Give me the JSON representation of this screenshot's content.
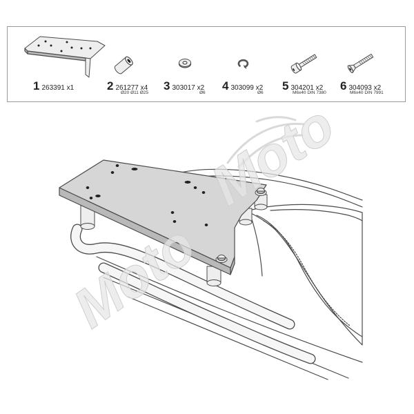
{
  "parts_list": [
    {
      "number": "1",
      "code": "263391 x1",
      "icon": "mounting-plate-icon"
    },
    {
      "number": "2",
      "code": "261277 x4",
      "spec": "Ø20 Ø11 Ø25",
      "icon": "spacer-icon"
    },
    {
      "number": "3",
      "code": "303017 x2",
      "spec": "Ø6",
      "icon": "flat-washer-icon"
    },
    {
      "number": "4",
      "code": "303099 x2",
      "spec": "Ø6",
      "icon": "spring-washer-icon"
    },
    {
      "number": "5",
      "code": "304201 x2",
      "spec": "M6x40 DIN 7380",
      "icon": "button-head-bolt-icon"
    },
    {
      "number": "6",
      "code": "304093 x2",
      "spec": "M6x40 DIN 7991",
      "icon": "countersunk-bolt-icon"
    }
  ],
  "watermark": {
    "words": [
      "Moto",
      "Moto"
    ],
    "icon": "swoosh-logo-icon"
  },
  "colors": {
    "line": "#4a4a4a",
    "plate": "#d6d6d6",
    "plate_edge": "#b9b9b9",
    "box_border": "#9a9a9a",
    "watermark": "#e6e6e6",
    "watermark_stroke": "#cfcfcf"
  }
}
